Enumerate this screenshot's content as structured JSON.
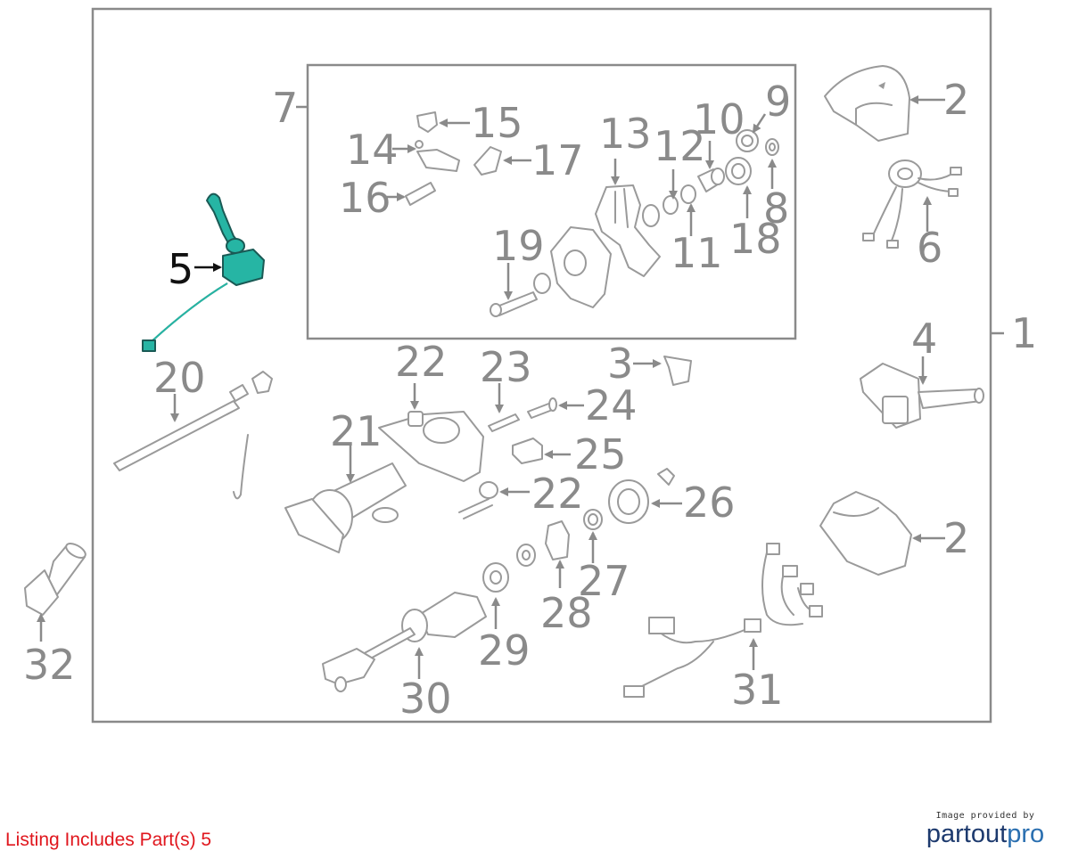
{
  "diagram": {
    "callouts": {
      "c1": "1",
      "c2a": "2",
      "c2b": "2",
      "c3": "3",
      "c4": "4",
      "c5": "5",
      "c6": "6",
      "c7": "7",
      "c8": "8",
      "c9": "9",
      "c10": "10",
      "c11": "11",
      "c12": "12",
      "c13": "13",
      "c14": "14",
      "c15": "15",
      "c16": "16",
      "c17": "17",
      "c18": "18",
      "c19": "19",
      "c20": "20",
      "c21": "21",
      "c22a": "22",
      "c22b": "22",
      "c23": "23",
      "c24": "24",
      "c25": "25",
      "c26": "26",
      "c27": "27",
      "c28": "28",
      "c29": "29",
      "c30": "30",
      "c31": "31",
      "c32": "32"
    },
    "highlighted_part": "5",
    "highlight_color": "#26b5a4"
  },
  "listing": {
    "text": "Listing Includes Part(s) 5",
    "color": "#e0161d"
  },
  "credit": {
    "provided_by": "Image provided by",
    "brand_a": "partout",
    "brand_b": "pro"
  }
}
